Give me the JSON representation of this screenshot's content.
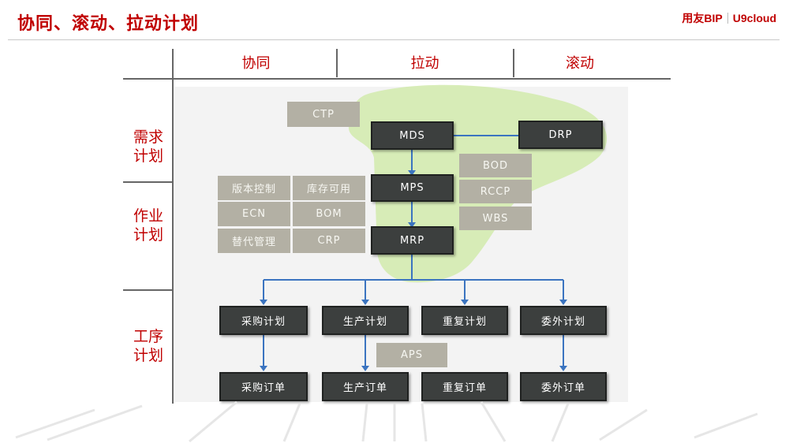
{
  "header": {
    "title": "协同、滚动、拉动计划",
    "brand_left": "用友BIP",
    "brand_right": "U9cloud"
  },
  "columns": [
    "协同",
    "拉动",
    "滚动"
  ],
  "rows": [
    {
      "line1": "需求",
      "line2": "计划"
    },
    {
      "line1": "作业",
      "line2": "计划"
    },
    {
      "line1": "工序",
      "line2": "计划"
    }
  ],
  "diagram": {
    "ctp": "CTP",
    "mds": "MDS",
    "drp": "DRP",
    "bod": "BOD",
    "mps": "MPS",
    "rccp": "RCCP",
    "wbs": "WBS",
    "mrp": "MRP",
    "version_control": "版本控制",
    "inventory_available": "库存可用",
    "ecn": "ECN",
    "bom": "BOM",
    "substitute_mgmt": "替代管理",
    "crp": "CRP",
    "purchase_plan": "采购计划",
    "production_plan": "生产计划",
    "repeat_plan": "重复计划",
    "outsource_plan": "委外计划",
    "aps": "APS",
    "purchase_order": "采购订单",
    "production_order": "生产订单",
    "repeat_order": "重复订单",
    "outsource_order": "委外订单"
  },
  "colors": {
    "accent": "#c00000",
    "dark_box": "#3c3f3e",
    "grey_box": "#b3b0a4",
    "connector": "#3b74c0",
    "highlight": "#cfe8a8"
  }
}
